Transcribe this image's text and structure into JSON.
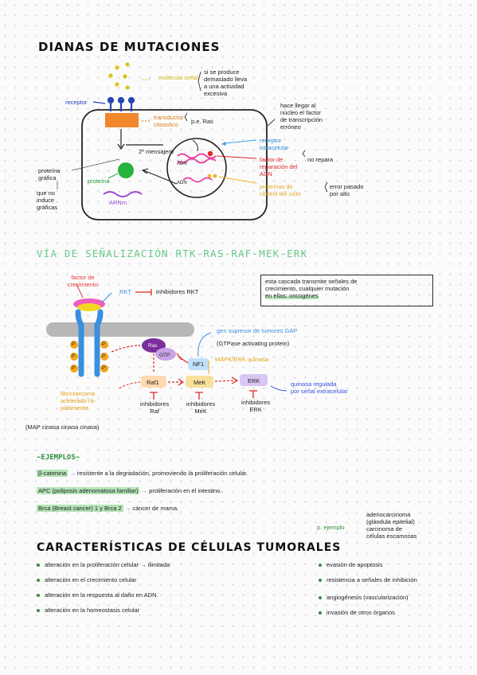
{
  "title_dianas": "DIANAS DE MUTACIONES",
  "cell_diagram": {
    "molecula_senal": "molécula señal",
    "senal_note": [
      "si se produce",
      "demasiado lleva",
      "a una actividad",
      "excesiva"
    ],
    "receptor": "receptor",
    "transductor": "transductor citosolico",
    "transductor_note": "p.e. Ras",
    "mensajero": "2º mensajero",
    "nucleo_note": [
      "hace llegar al",
      "núcleo el factor",
      "de transcripción",
      "erróneo"
    ],
    "receptor_intracelular": "receptor intracelular",
    "proteina_grafica": [
      "proteína",
      "gráfica"
    ],
    "que_no_induce": [
      "que no",
      "induce",
      "gráficas"
    ],
    "proteina": "proteína",
    "arnm": "ARNm",
    "adn1": "ADN",
    "adn2": "ADN",
    "factor_reparacion": [
      "factor de",
      "reparación del",
      "ADN"
    ],
    "no_repara": "no repara",
    "proteinas_control": [
      "proteínas de",
      "control del ciclo"
    ],
    "error_pasado": [
      "error pasado",
      "por alto"
    ]
  },
  "title_via": "VÍA DE SEÑALIZACIÓN RTK-RAS-RAF-MEK-ERK",
  "pathway": {
    "factor_crecimiento": [
      "factor de",
      "crecimiento"
    ],
    "rkt": "RKT",
    "inhibidores_rkt": "inhibidores RKT",
    "box_text": [
      "esta cascada transmite señales de",
      "crecimiento, cualquier mutación",
      "en ellas: oncogénes"
    ],
    "gen_supresor": "gen supresor de tumores GAP",
    "gtpase": "(GTPase activating protein)",
    "ras": "Ras",
    "gtp": "GTP",
    "nf1": "NF1",
    "mapk": "MAPK/ERK quinasa",
    "raf1": "Raf1",
    "mek": "MeK",
    "erk": "ERK",
    "quinasa_regulada": [
      "quinasa regulada",
      "por señal extracelular"
    ],
    "fibrosarcoma": [
      "fibrosarcoma",
      "acelerado rá-",
      "pidamente"
    ],
    "inh_raf": [
      "inhibidores",
      "Raf"
    ],
    "inh_mek": [
      "inhibidores",
      "MeK"
    ],
    "inh_erk": [
      "inhibidores",
      "ERK"
    ],
    "map_note": "(MAP cinasa cinasa cinasa)",
    "p": "P"
  },
  "examples": {
    "title": "~EJEMPLOS~",
    "items": [
      {
        "name": "β-catenina",
        "text": "resistente a la degradación, promoviendo la proliferación celular."
      },
      {
        "name": "APC (poliposis adenomatosa familiar)",
        "text": "proliferación en el intestino."
      },
      {
        "name": "Brca (Breast cancer) 1 y Brca 2",
        "text": "cáncer de mama."
      }
    ],
    "ejemplo_label": "p. ejemplo",
    "ejemplo_list": [
      "adenocarcinoma",
      "(glándula epitelial)",
      "carcinoma de",
      "células escamosas"
    ]
  },
  "title_caracteristicas": "CARACTERÍSTICAS DE CÉLULAS TUMORALES",
  "characteristics": {
    "left": [
      "alteración en la proliferación celular → ilimitada",
      "alteración en el crecimiento celular",
      "alteración en la respuesta al daño en ADN.",
      "alteración en la homeostasis celular"
    ],
    "right": [
      "evasión de apoptosis",
      "resistencia a señales de inhibición",
      "angiogénesis (vascularización)",
      "invasión de otros órganos"
    ]
  }
}
